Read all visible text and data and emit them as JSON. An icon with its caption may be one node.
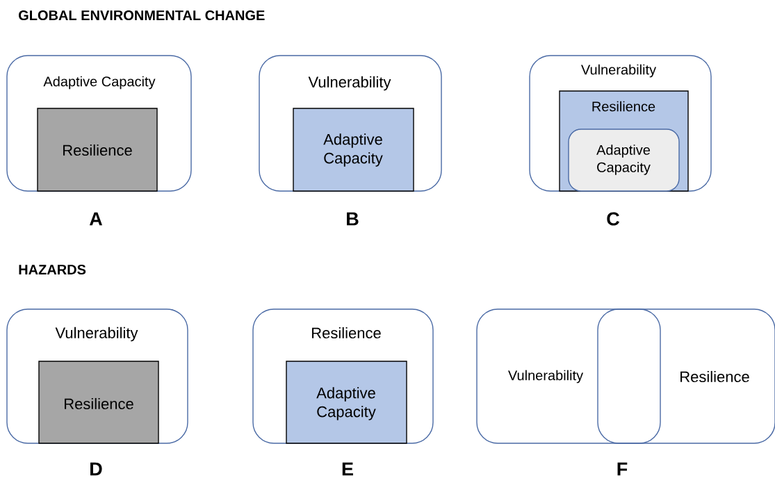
{
  "diagram": {
    "nodes": [
      {
        "text": [
          "Adaptive Capacity"
        ]
      },
      {
        "text": [
          "Resilience"
        ],
        "in": 0
      },
      {
        "text": [
          "Vulnerability"
        ]
      },
      {
        "text": [
          "Adaptive Capacity"
        ],
        "in": 2
      },
      {
        "text": [
          "Vulnerability"
        ]
      },
      {
        "text": [
          "Resilience"
        ],
        "in": 4
      },
      {
        "text": [
          "Adaptive Capacity"
        ],
        "in": 5
      },
      {
        "text": [
          "Vulnerability"
        ]
      },
      {
        "text": [
          "Resilience"
        ],
        "in": 7
      },
      {
        "text": [
          "Resilience"
        ]
      },
      {
        "text": [
          "Adaptive Capacity"
        ],
        "in": 9
      },
      {
        "text": [
          "Vulnerability"
        ]
      },
      {
        "text": [
          "Resilience"
        ]
      }
    ],
    "labels": [
      "GLOBAL ENVIRONMENTAL CHANGE",
      "A",
      "B",
      "C",
      "HAZARDS",
      "D",
      "E",
      "F"
    ]
  }
}
